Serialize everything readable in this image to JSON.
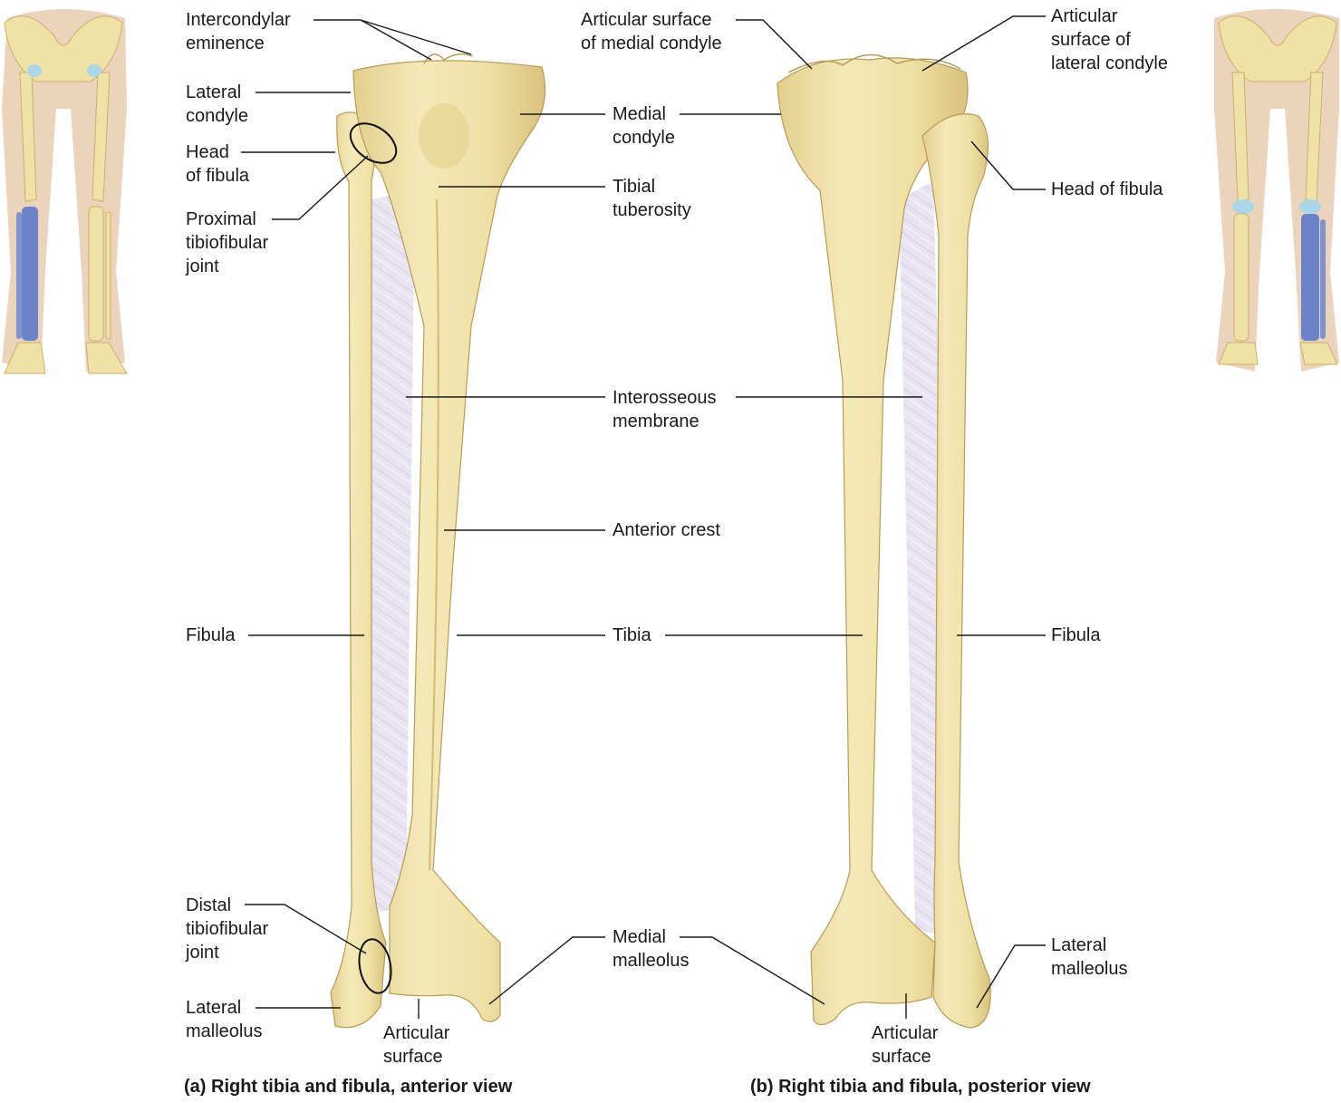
{
  "colors": {
    "bone": "#f0e2a6",
    "bone_shadow": "#d8c47e",
    "membrane": "#e6e1ef",
    "skin": "#e7c6a8",
    "highlight": "#6d83c9",
    "cartilage": "#a9d7e8",
    "leader": "#1a1a1a"
  },
  "labels": {
    "intercondylar_eminence": "Intercondylar\neminence",
    "lateral_condyle": "Lateral\ncondyle",
    "head_of_fibula_a": "Head\nof fibula",
    "proximal_joint": "Proximal\ntibiofibular\njoint",
    "fibula_a": "Fibula",
    "distal_joint": "Distal\ntibiofibular\njoint",
    "lateral_malleolus_a": "Lateral\nmalleolus",
    "articular_surface_a": "Articular\nsurface",
    "art_surface_medial_condyle": "Articular surface\nof medial condyle",
    "medial_condyle": "Medial\ncondyle",
    "tibial_tuberosity": "Tibial\ntuberosity",
    "interosseous_membrane": "Interosseous\nmembrane",
    "anterior_crest": "Anterior crest",
    "tibia": "Tibia",
    "medial_malleolus": "Medial\nmalleolus",
    "art_surface_lateral_condyle": "Articular\nsurface of\nlateral condyle",
    "head_of_fibula_b": "Head of fibula",
    "fibula_b": "Fibula",
    "lateral_malleolus_b": "Lateral\nmalleolus",
    "articular_surface_b": "Articular\nsurface"
  },
  "captions": {
    "a": "(a) Right tibia and fibula, anterior view",
    "b": "(b) Right tibia and fibula, posterior view"
  }
}
